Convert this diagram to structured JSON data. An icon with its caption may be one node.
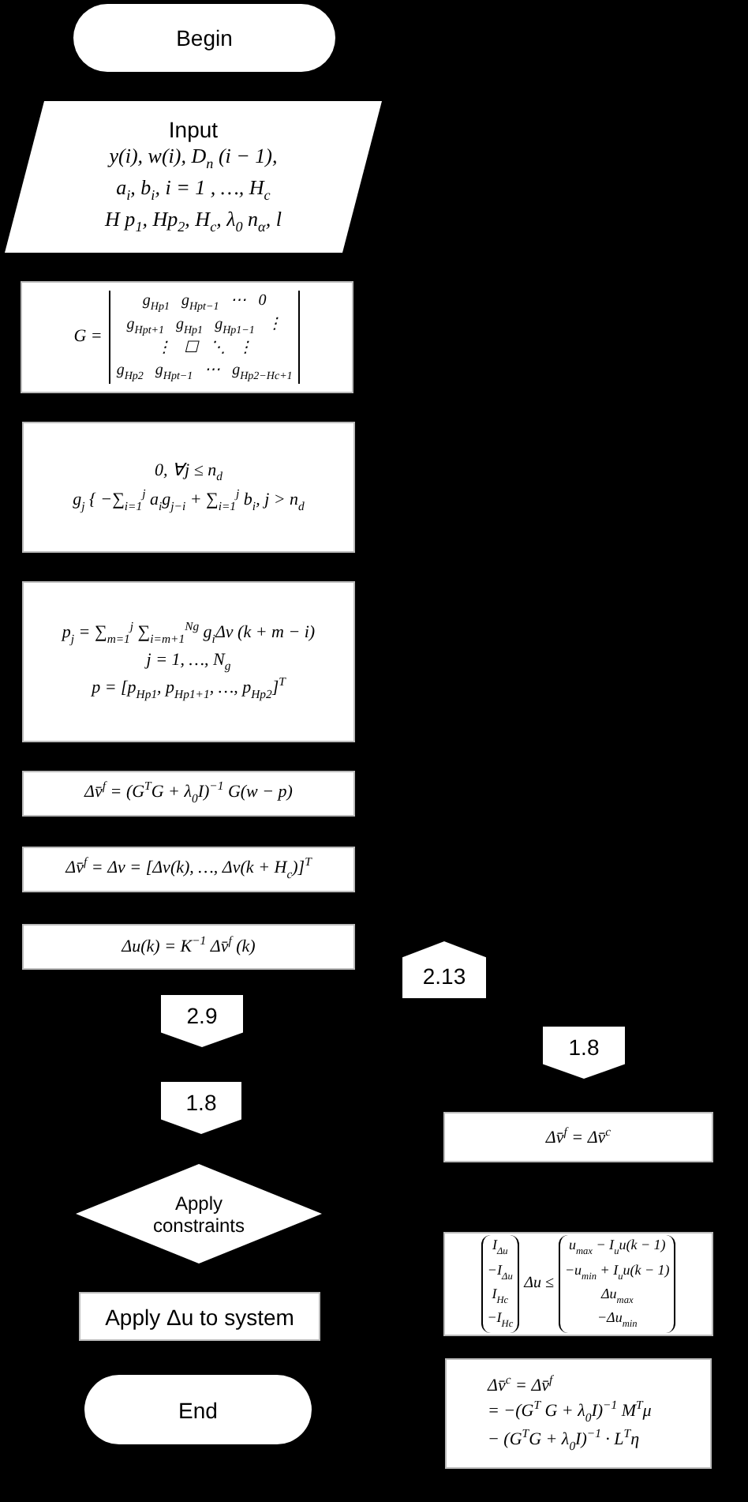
{
  "diagram": {
    "nodes": [
      {
        "text": [
          "Begin"
        ]
      },
      {
        "text": [
          "Input",
          "y(i), w(i), D$_{n}$ (i − 1),",
          "a$_{i}$, b$_{i}$, i = 1 , …, H$_{c}$",
          "H p$_{1}$, Hp$_{2}$, H$_{c}$, λ$_{0}$ n$_{α}$, l"
        ]
      },
      {
        "text": [
          "G =",
          "g$_{Hp1}$   g$_{Hpt−1}$   ⋯   0",
          "g$_{Hpt+1}$   g$_{Hp1}$   g$_{Hp1−1}$   ⋮",
          "⋮   ☐   ⋱   ⋮",
          "g$_{Hp2}$   g$_{Hpt−1}$   ⋯   g$_{Hp2−Hc+1}$"
        ]
      },
      {
        "text": [
          "0, ∀j ≤ n$_{d}$",
          "g$_{j}$ { −∑$_{i=1}$$^{j}$ a$_{i}$g$_{j−i}$ + ∑$_{i=1}$$^{j}$ b$_{i}$, j > n$_{d}$"
        ]
      },
      {
        "text": [
          "p$_{j}$ = ∑$_{m=1}$$^{j}$ ∑$_{i=m+1}$$^{Ng}$ g$_{i}$Δv (k + m − i)",
          "j = 1, …, N$_{g}$",
          "p = [p$_{Hp1}$, p$_{Hp1+1}$, …, p$_{Hp2}$]$^{T}$"
        ]
      },
      {
        "text": [
          "Δv̄$^{f}$ = (G$^{T}$G + λ$_{0}$I)$^{−1}$ G(w − p)"
        ]
      },
      {
        "text": [
          "Δv̄$^{f}$ = Δv = [Δv(k), …, Δv(k + H$_{c}$)]$^{T}$"
        ]
      },
      {
        "text": [
          "Δu(k) = K$^{−1}$ Δv̄$^{f}$ (k)"
        ]
      },
      {
        "text": [
          "2.9"
        ]
      },
      {
        "text": [
          "1.8"
        ]
      },
      {
        "text": [
          "Apply constraints"
        ]
      },
      {
        "text": [
          "Apply Δu to system"
        ]
      },
      {
        "text": [
          "End"
        ]
      },
      {
        "text": [
          "2.13"
        ]
      },
      {
        "text": [
          "1.8"
        ]
      },
      {
        "text": [
          "Δv̄$^{f}$ = Δv̄$^{c}$"
        ]
      },
      {
        "text": [
          "I$_{Δu}$",
          "−I$_{Δu}$",
          "I$_{Hc}$",
          "−I$_{Hc}$",
          "Δu ≤",
          "u$_{max}$ − I$_{u}$u(k − 1)",
          "−u$_{min}$ + I$_{u}$u(k − 1)",
          "Δu$_{max}$",
          "−Δu$_{min}$"
        ]
      },
      {
        "text": [
          "Δv̄$^{c}$ = Δv̄$^{f}$",
          "= −(G$^{T}$ G + λ$_{0}$I)$^{−1}$ M$^{T}$μ",
          "− (G$^{T}$G + λ$_{0}$I)$^{−1}$ · L$^{T}$η"
        ]
      }
    ]
  }
}
